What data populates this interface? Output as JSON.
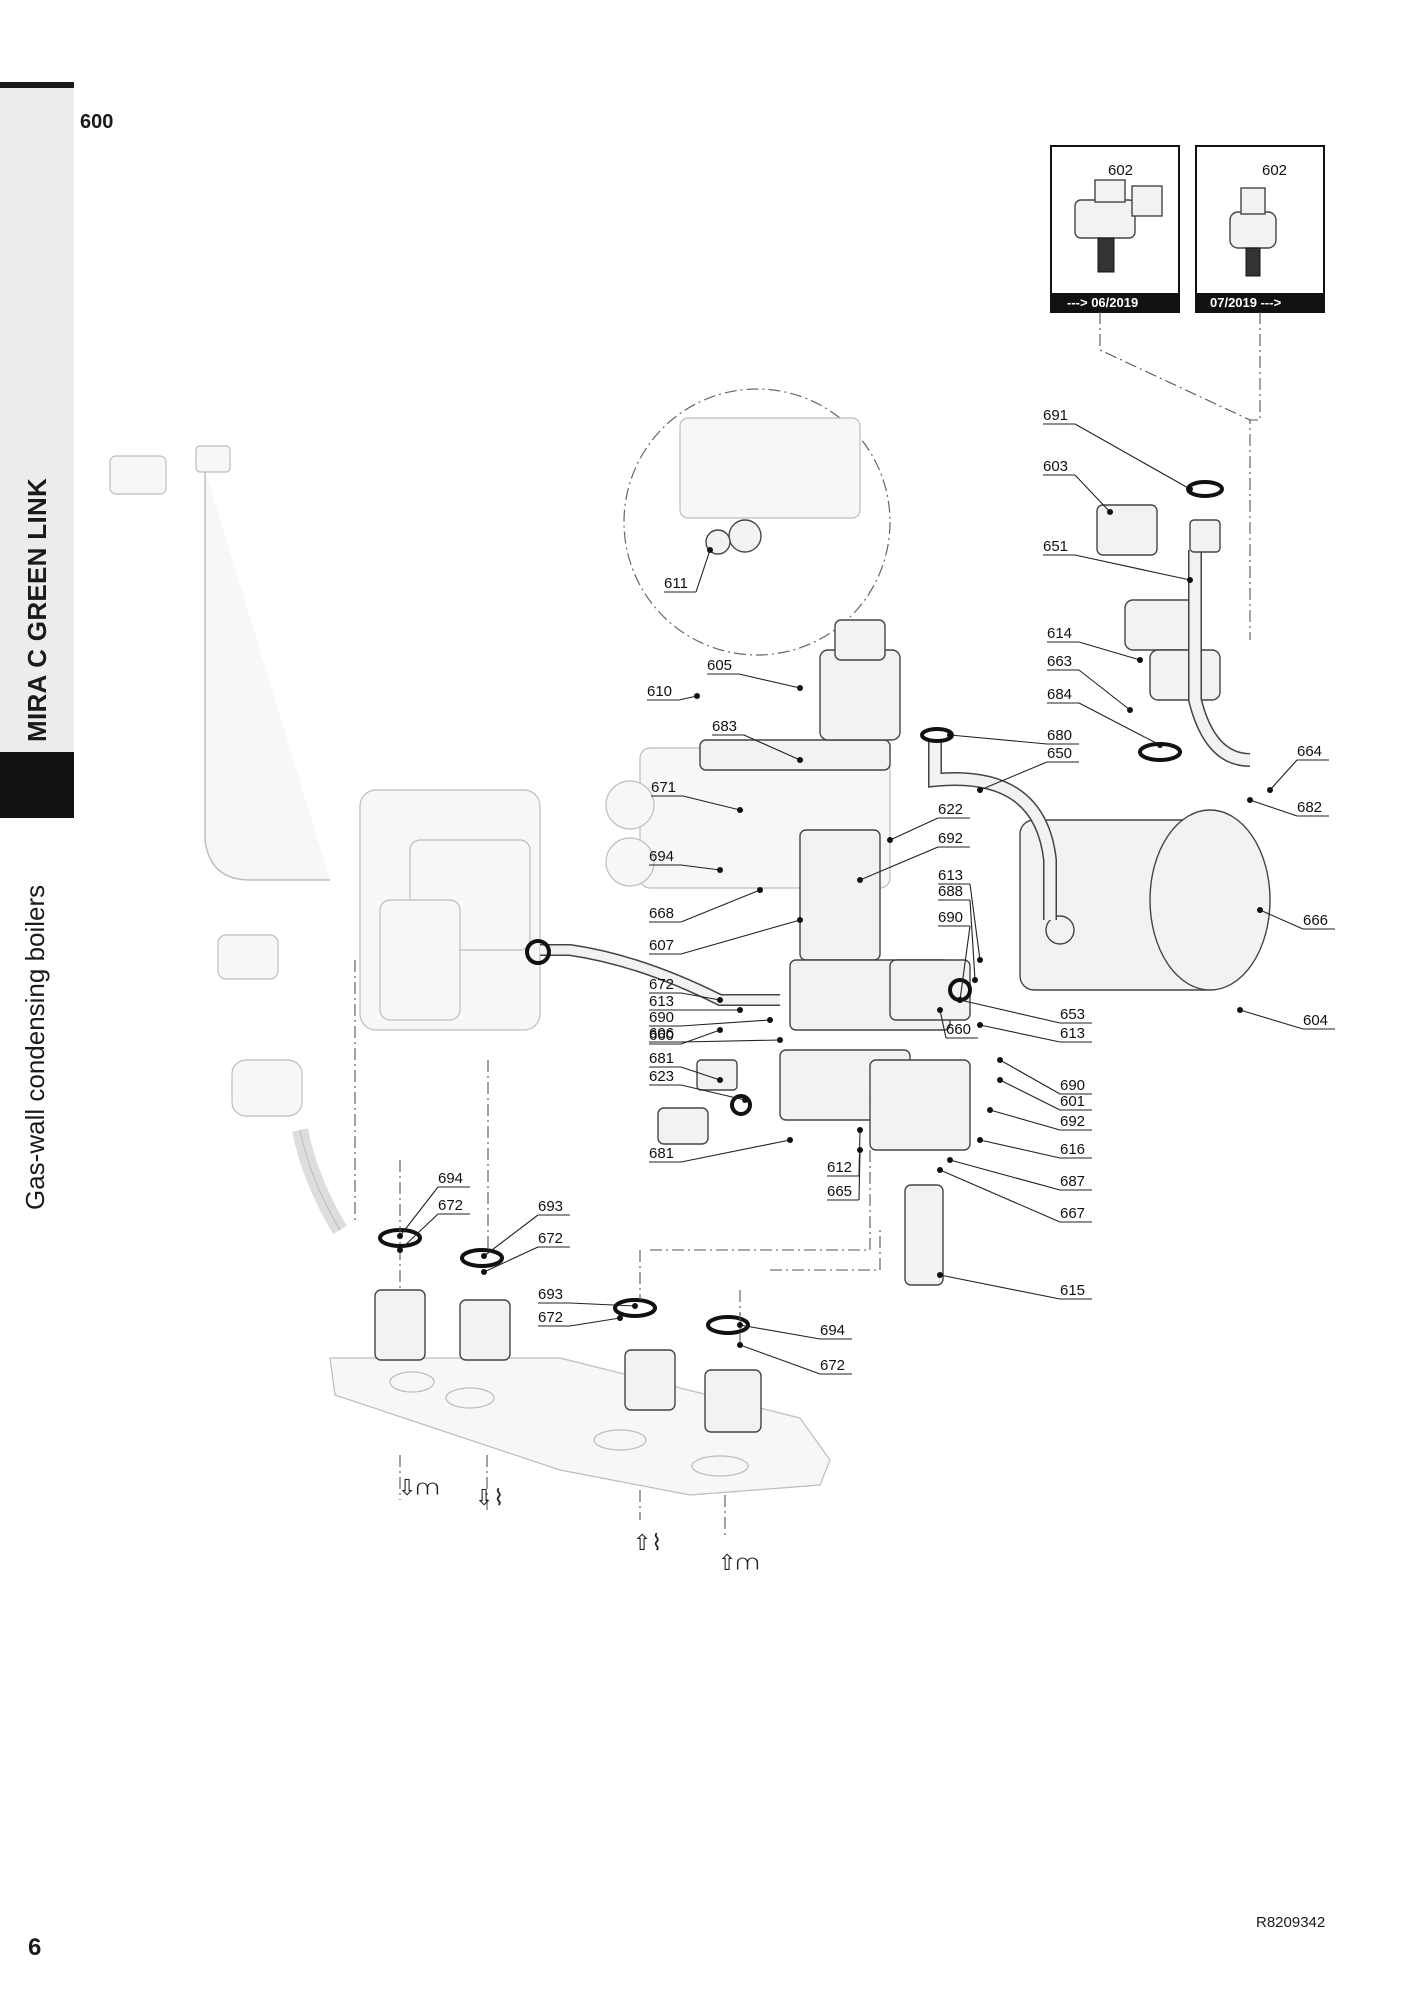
{
  "sidebar": {
    "series_title": "MIRA C GREEN LINK",
    "product_type": "Gas-wall condensing boilers"
  },
  "section_number": "600",
  "page_number": "6",
  "doc_reference": "R8209342",
  "variant_boxes": [
    {
      "part": "602",
      "date_label": "---> 06/2019"
    },
    {
      "part": "602",
      "date_label": "07/2019 --->"
    }
  ],
  "callouts": [
    "691",
    "603",
    "651",
    "611",
    "614",
    "663",
    "684",
    "605",
    "610",
    "683",
    "680",
    "650",
    "664",
    "682",
    "671",
    "622",
    "692",
    "613",
    "688",
    "690",
    "694",
    "668",
    "607",
    "672",
    "613",
    "690",
    "660",
    "606",
    "681",
    "623",
    "681",
    "612",
    "665",
    "666",
    "604",
    "653",
    "613",
    "660",
    "690",
    "601",
    "692",
    "616",
    "687",
    "667",
    "615",
    "694",
    "672",
    "693",
    "672",
    "693",
    "672",
    "694",
    "672"
  ],
  "flow_symbols": [
    {
      "icon": "heating-out-icon"
    },
    {
      "icon": "hot-water-out-icon"
    },
    {
      "icon": "cold-water-in-icon"
    },
    {
      "icon": "heating-return-icon"
    }
  ]
}
